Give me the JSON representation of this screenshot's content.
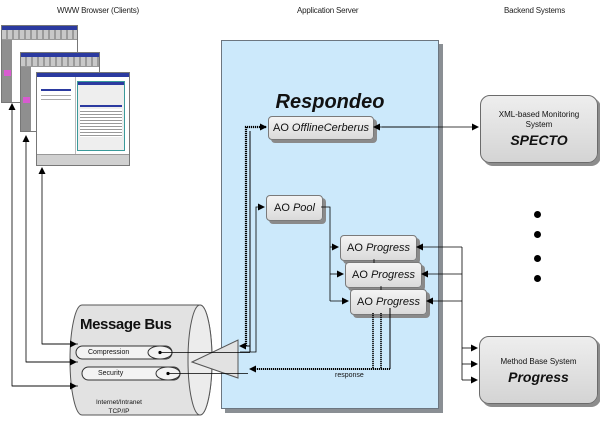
{
  "headers": {
    "clients": "WWW Browser (Clients)",
    "server": "Application Server",
    "backend": "Backend Systems"
  },
  "server": {
    "title": "Respondeo",
    "components": {
      "offline": {
        "prefix": "AO",
        "name": "OfflineCerberus"
      },
      "pool": {
        "prefix": "AO",
        "name": "Pool"
      },
      "progress": [
        {
          "prefix": "AO",
          "name": "Progress"
        },
        {
          "prefix": "AO",
          "name": "Progress"
        },
        {
          "prefix": "AO",
          "name": "Progress"
        }
      ]
    },
    "response_label": "response"
  },
  "message_bus": {
    "title": "Message Bus",
    "features": [
      "Compression",
      "Security"
    ],
    "footer_line1": "Internet/Intranet",
    "footer_line2": "TCP/IP"
  },
  "backend": {
    "monitoring": {
      "line1": "XML-based Monitoring",
      "line2": "System",
      "name": "SPECTO"
    },
    "method_base": {
      "line1": "Method Base System",
      "name": "Progress"
    }
  },
  "colors": {
    "server_bg": "#cce9fb",
    "box_fill": "#e6e6e6",
    "line": "#000000"
  }
}
